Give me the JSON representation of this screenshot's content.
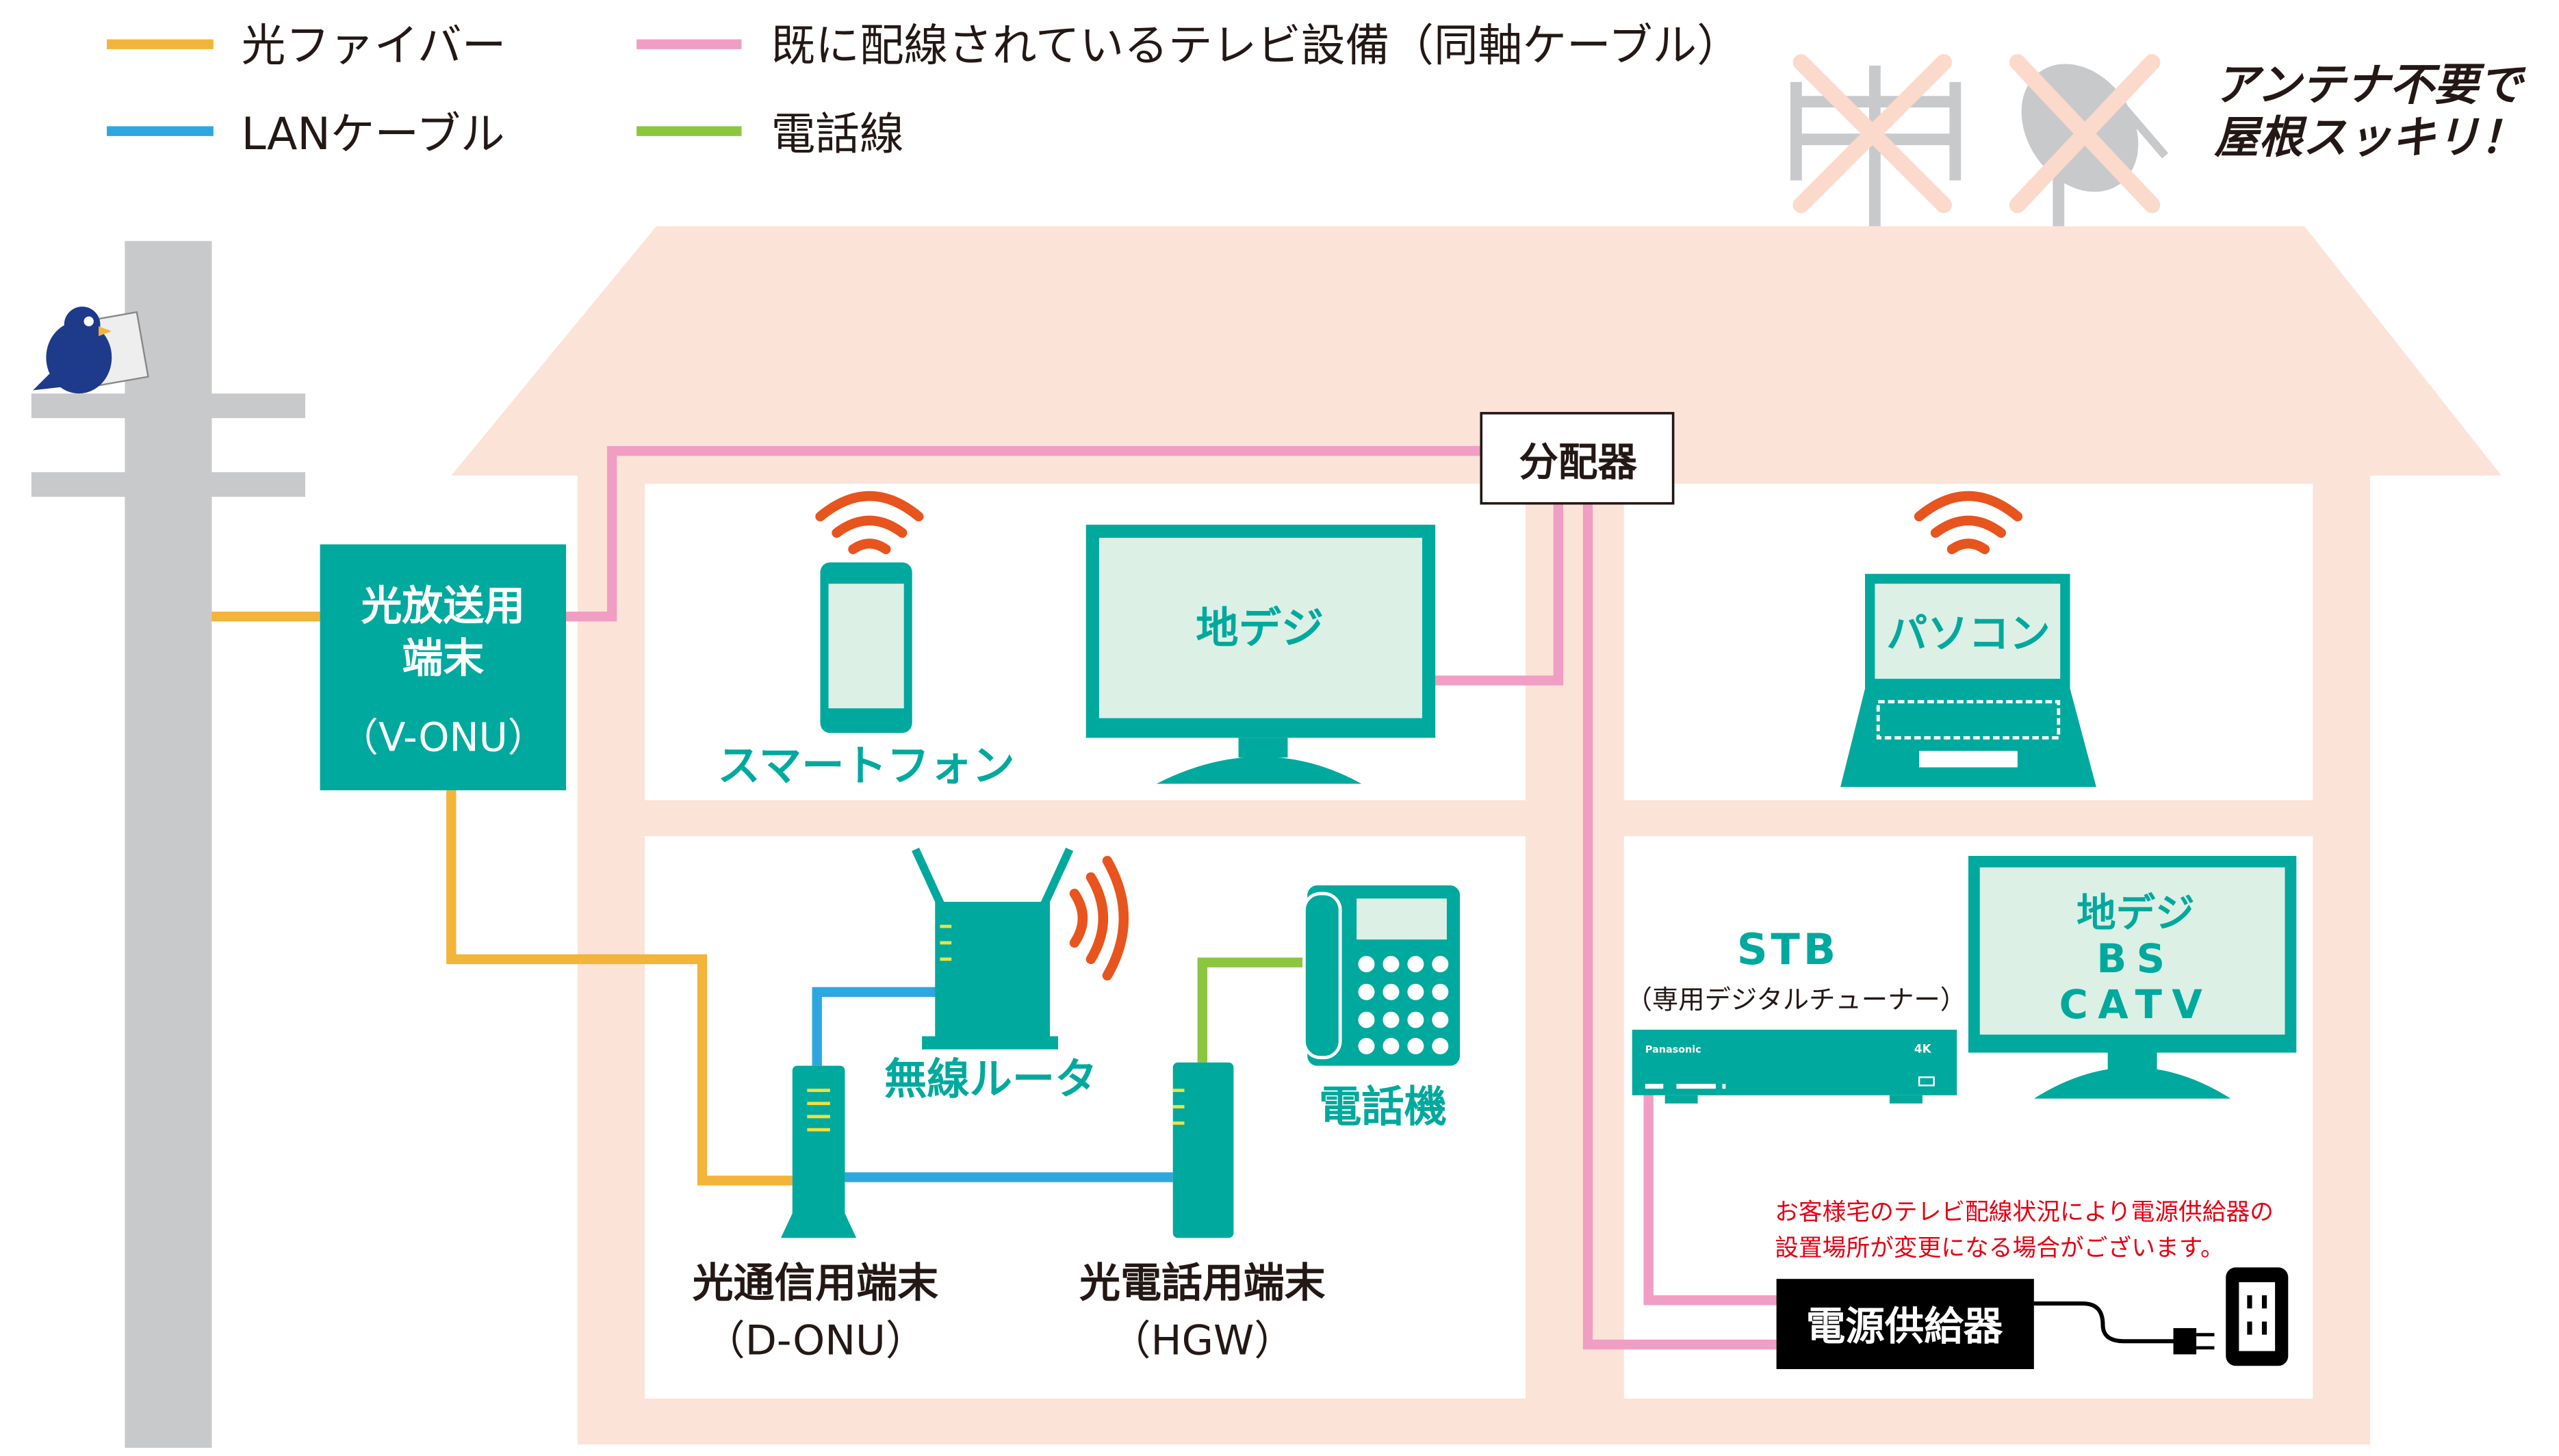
{
  "legend": [
    {
      "label": "光ファイバー",
      "color": "#f3b43a"
    },
    {
      "label": "LANケーブル",
      "color": "#2ea7e0"
    },
    {
      "label": "既に配線されているテレビ設備（同軸ケーブル）",
      "color": "#f09ec3"
    },
    {
      "label": "電話線",
      "color": "#8cc63f"
    }
  ],
  "slogan": {
    "line1": "アンテナ不要で",
    "line2": "屋根スッキリ！"
  },
  "devices": {
    "vonu": {
      "line1": "光放送用",
      "line2": "端末",
      "line3": "（V-ONU）"
    },
    "splitter": "分配器",
    "smartphone": "スマートフォン",
    "tv1": "地デジ",
    "pc": "パソコン",
    "router": "無線ルータ",
    "donu": {
      "line1": "光通信用端末",
      "line2": "（D-ONU）"
    },
    "hgw": {
      "line1": "光電話用端末",
      "line2": "（HGW）"
    },
    "phone": "電話機",
    "stb": {
      "title": "STB",
      "subtitle": "（専用デジタルチューナー）",
      "brand": "Panasonic",
      "badge": "4K"
    },
    "tv2": {
      "line1": "地デジ",
      "line2": "BS",
      "line3": "CATV"
    },
    "power": "電源供給器"
  },
  "note": {
    "line1": "お客様宅のテレビ配線状況により電源供給器の",
    "line2": "設置場所が変更になる場合がございます。"
  },
  "colors": {
    "teal": "#00a99d",
    "house": "#fbe3d8",
    "screen": "#ddf0e6",
    "wifi": "#e8541e",
    "note": "#e60012"
  }
}
